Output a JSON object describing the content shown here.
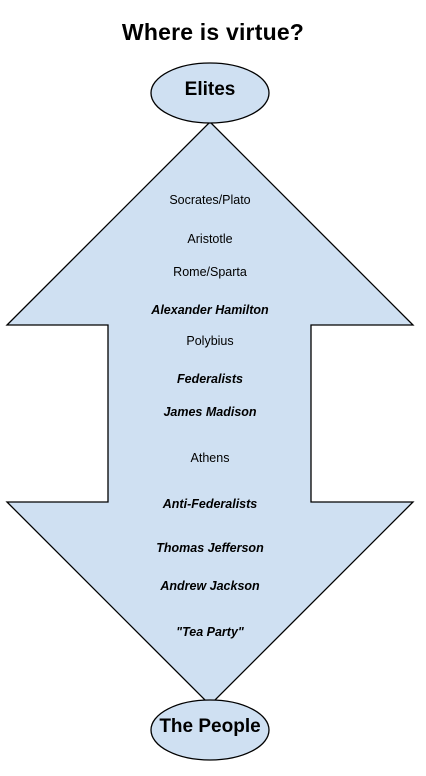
{
  "title": "Where is virtue?",
  "top_node": "Elites",
  "bottom_node": "The People",
  "items": [
    {
      "label": "Socrates/Plato",
      "emphasis": false
    },
    {
      "label": "Aristotle",
      "emphasis": false
    },
    {
      "label": "Rome/Sparta",
      "emphasis": false
    },
    {
      "label": "Alexander Hamilton",
      "emphasis": true
    },
    {
      "label": "Polybius",
      "emphasis": false
    },
    {
      "label": "Federalists",
      "emphasis": true
    },
    {
      "label": "James Madison",
      "emphasis": true
    },
    {
      "label": "Athens",
      "emphasis": false
    },
    {
      "label": "Anti-Federalists",
      "emphasis": true
    },
    {
      "label": "Thomas Jefferson",
      "emphasis": true
    },
    {
      "label": "Andrew Jackson",
      "emphasis": true
    },
    {
      "label": "\"Tea Party\"",
      "emphasis": true
    }
  ],
  "colors": {
    "arrow_fill": "#cfe0f2",
    "stroke": "#000000"
  }
}
